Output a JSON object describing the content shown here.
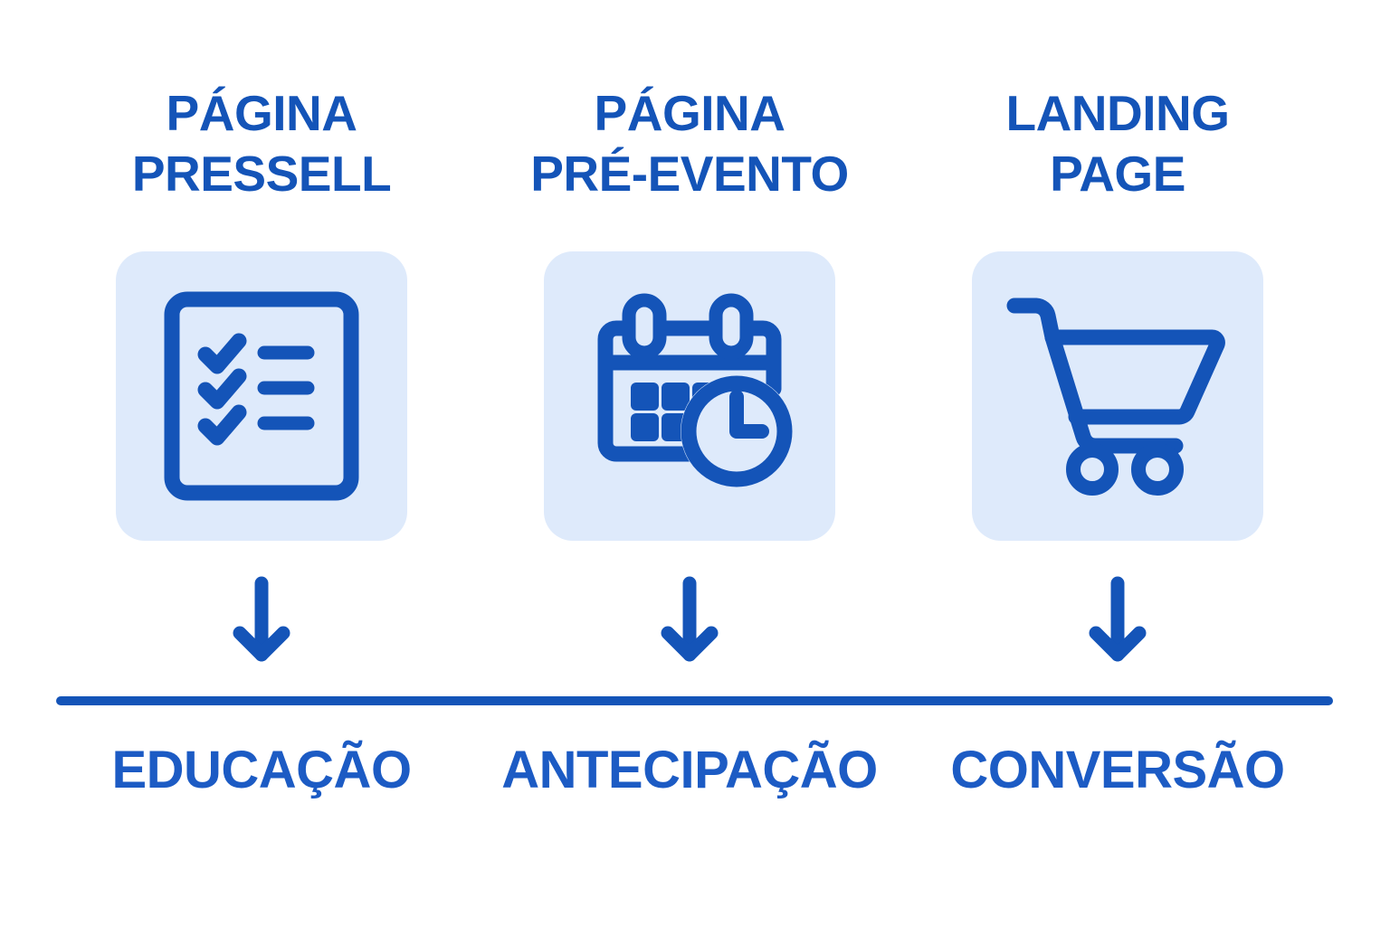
{
  "theme": {
    "background": "#ffffff",
    "primary_blue": "#1454B8",
    "label_blue": "#1C5BC4",
    "card_background": "#DEEAFB"
  },
  "diagram": {
    "title_columns": [
      {
        "id": "pressell",
        "heading": "PÁGINA\nPRESSELL",
        "icon": "checklist-icon",
        "arrow": "arrow-down-icon",
        "label": "EDUCAÇÃO"
      },
      {
        "id": "pre-evento",
        "heading": "PÁGINA\nPRÉ-EVENTO",
        "icon": "calendar-clock-icon",
        "arrow": "arrow-down-icon",
        "label": "ANTECIPAÇÃO"
      },
      {
        "id": "landing-page",
        "heading": "LANDING\nPAGE",
        "icon": "shopping-cart-icon",
        "arrow": "arrow-down-icon",
        "label": "CONVERSÃO"
      }
    ]
  }
}
